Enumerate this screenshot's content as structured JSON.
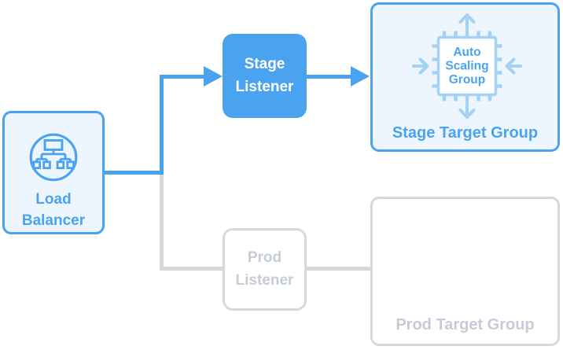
{
  "diagram": {
    "nodes": {
      "load_balancer": {
        "label": "Load Balancer",
        "state": "active",
        "icon": "load-balancer-network-icon"
      },
      "stage_listener": {
        "label": "Stage Listener",
        "state": "active"
      },
      "prod_listener": {
        "label": "Prod Listener",
        "state": "inactive"
      },
      "stage_target_group": {
        "label": "Stage Target Group",
        "state": "active",
        "icon": "auto-scaling-chip-icon",
        "icon_label_lines": [
          "Auto",
          "Scaling",
          "Group"
        ]
      },
      "prod_target_group": {
        "label": "Prod Target Group",
        "state": "inactive"
      }
    },
    "connections": [
      {
        "from": "load_balancer",
        "to": "stage_listener",
        "style": "active-blue",
        "arrow": true
      },
      {
        "from": "stage_listener",
        "to": "stage_target_group",
        "style": "active-blue",
        "arrow": true
      },
      {
        "from": "load_balancer",
        "to": "prod_listener",
        "style": "inactive-gray",
        "arrow": false
      },
      {
        "from": "prod_listener",
        "to": "prod_target_group",
        "style": "inactive-gray",
        "arrow": false
      }
    ],
    "colors": {
      "primary_blue": "#4aa3ef",
      "light_blue_fill": "#edf6fe",
      "pale_blue_icon": "#a5d2f3",
      "gray_border": "#d5d9de",
      "gray_text": "#c6ccd6",
      "white": "#ffffff"
    }
  }
}
